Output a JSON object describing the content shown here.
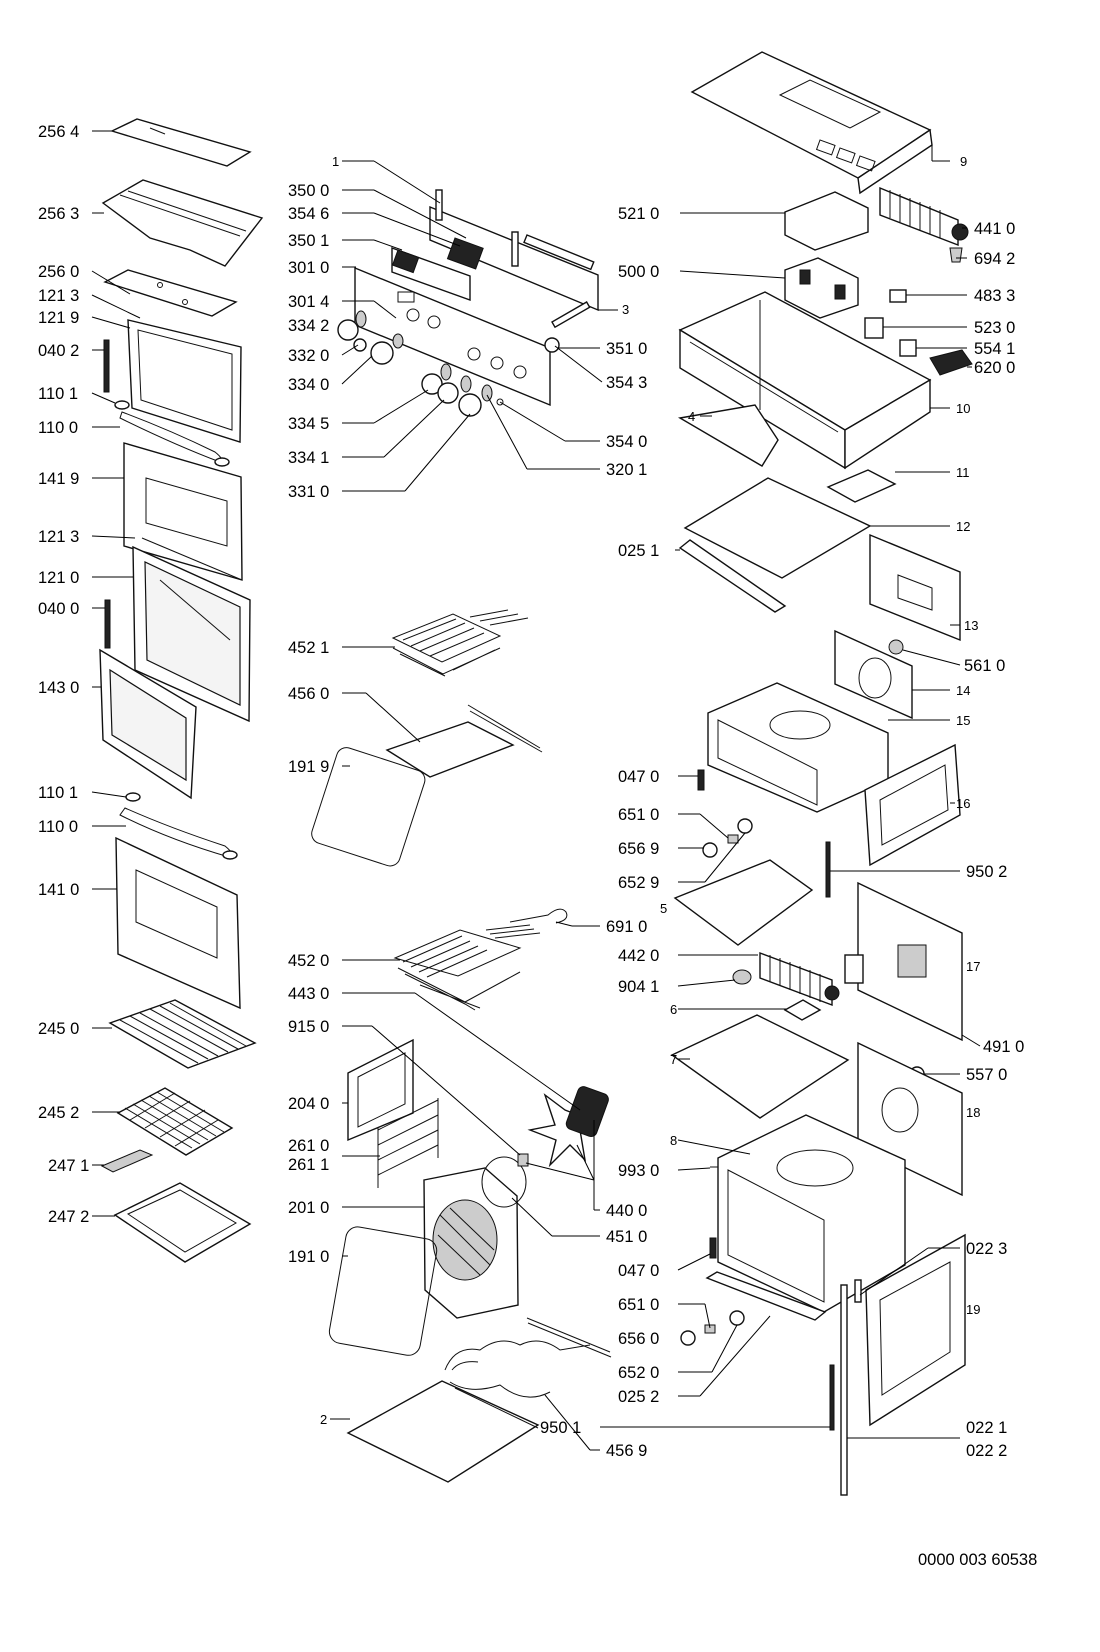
{
  "diagram": {
    "labels_left": [
      "256 4",
      "256 3",
      "256 0",
      "121 3",
      "121 9",
      "040 2",
      "110 1",
      "110 0",
      "141 9",
      "121 3",
      "121 0",
      "040 0",
      "143 0",
      "110 1",
      "110 0",
      "141 0",
      "245 0",
      "245 2",
      "247 1",
      "247 2"
    ],
    "labels_center": [
      "1",
      "350 0",
      "354 6",
      "350 1",
      "301 0",
      "301 4",
      "334 2",
      "332 0",
      "334 0",
      "334 5",
      "334 1",
      "331 0",
      "3",
      "351 0",
      "354 3",
      "354 0",
      "320 1",
      "452 1",
      "456 0",
      "191 9",
      "691 0",
      "452 0",
      "443 0",
      "915 0",
      "204 0",
      "261 0",
      "261 1",
      "201 0",
      "191 0",
      "440 0",
      "451 0",
      "2",
      "456 9"
    ],
    "labels_right": [
      "9",
      "441 0",
      "694 2",
      "521 0",
      "500 0",
      "483 3",
      "523 0",
      "554 1",
      "620 0",
      "4",
      "10",
      "11",
      "12",
      "025 1",
      "13",
      "561 0",
      "14",
      "15",
      "047 0",
      "16",
      "651 0",
      "656 9",
      "652 9",
      "950 2",
      "5",
      "442 0",
      "904 1",
      "17",
      "6",
      "7",
      "491 0",
      "557 0",
      "18",
      "8",
      "993 0",
      "022 3",
      "047 0",
      "19",
      "651 0",
      "656 0",
      "652 0",
      "025 2",
      "950 1",
      "022 1",
      "022 2"
    ],
    "footer_code": "0000 003 60538"
  }
}
